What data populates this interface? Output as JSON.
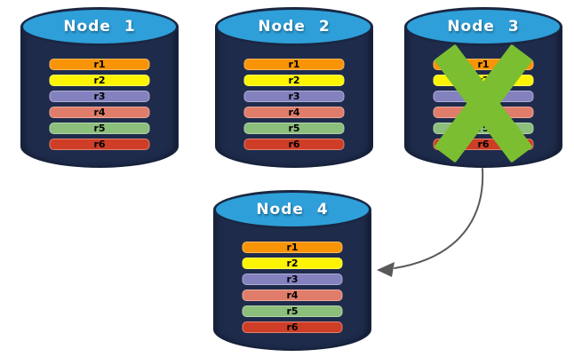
{
  "diagram": {
    "description_semantic": "Four database nodes each storing rows r1-r6; Node 3 is failed (green X) and its data is redirected to Node 4",
    "nodes": [
      {
        "id": "node-1",
        "label": "Node 1",
        "failed": false,
        "rows": [
          {
            "label": "r1",
            "color": "#F89406"
          },
          {
            "label": "r2",
            "color": "#FCF400"
          },
          {
            "label": "r3",
            "color": "#8381BE"
          },
          {
            "label": "r4",
            "color": "#DF7D6A"
          },
          {
            "label": "r5",
            "color": "#8CBE7C"
          },
          {
            "label": "r6",
            "color": "#CE3E26"
          }
        ]
      },
      {
        "id": "node-2",
        "label": "Node 2",
        "failed": false,
        "rows": [
          {
            "label": "r1",
            "color": "#F89406"
          },
          {
            "label": "r2",
            "color": "#FCF400"
          },
          {
            "label": "r3",
            "color": "#8381BE"
          },
          {
            "label": "r4",
            "color": "#DF7D6A"
          },
          {
            "label": "r5",
            "color": "#8CBE7C"
          },
          {
            "label": "r6",
            "color": "#CE3E26"
          }
        ]
      },
      {
        "id": "node-3",
        "label": "Node 3",
        "failed": true,
        "rows": [
          {
            "label": "r1",
            "color": "#F89406"
          },
          {
            "label": "r2",
            "color": "#FCF400"
          },
          {
            "label": "r3",
            "color": "#8381BE"
          },
          {
            "label": "r4",
            "color": "#DF7D6A"
          },
          {
            "label": "r5",
            "color": "#8CBE7C"
          },
          {
            "label": "r6",
            "color": "#CE3E26"
          }
        ]
      },
      {
        "id": "node-4",
        "label": "Node 4",
        "failed": false,
        "rows": [
          {
            "label": "r1",
            "color": "#F89406"
          },
          {
            "label": "r2",
            "color": "#FCF400"
          },
          {
            "label": "r3",
            "color": "#8381BE"
          },
          {
            "label": "r4",
            "color": "#DF7D6A"
          },
          {
            "label": "r5",
            "color": "#8CBE7C"
          },
          {
            "label": "r6",
            "color": "#CE3E26"
          }
        ]
      }
    ],
    "failure_mark": {
      "shape": "x-cross",
      "color": "#7CBE31"
    },
    "arrow": {
      "from": "node-3",
      "to": "node-4",
      "color": "#595959"
    },
    "styles": {
      "cylinder_body_color": "#1E2B4B",
      "cylinder_top_color": "#2E9FD9",
      "cylinder_outline_color": "#1A2742",
      "title_color": "#FFFFFF",
      "row_text_color": "#000000",
      "background": "#FFFFFF"
    }
  }
}
